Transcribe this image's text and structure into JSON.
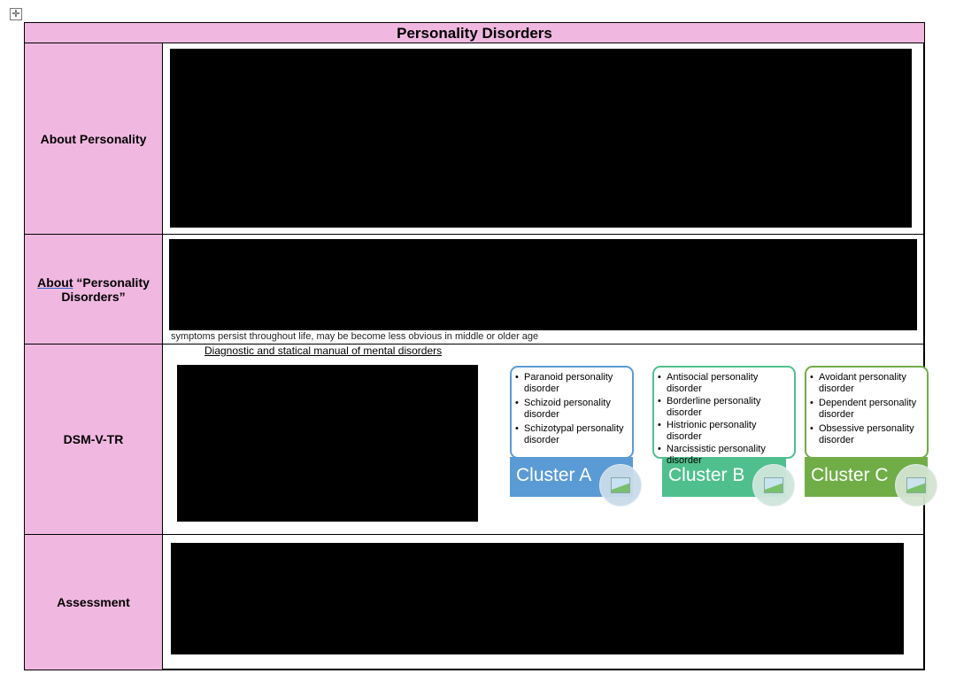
{
  "title": "Personality Disorders",
  "rows": [
    {
      "label": "About Personality"
    },
    {
      "label_underlined": "About",
      "label_rest": " “Personality Disorders”",
      "partial_text": "symptoms persist throughout life, may be become less obvious in middle or older age"
    },
    {
      "label": "DSM-V-TR",
      "heading": "Diagnostic and statical manual of mental disorders"
    },
    {
      "label": "Assessment"
    }
  ],
  "clusters": [
    {
      "name": "Cluster A",
      "color": "#5b9bd5",
      "items": [
        "Paranoid personality disorder",
        "Schizoid personality disorder",
        "Schizotypal personality disorder"
      ]
    },
    {
      "name": "Cluster B",
      "color": "#4fc08d",
      "items": [
        "Antisocial personality disorder",
        "Borderline personality disorder",
        "Histrionic personality disorder",
        "Narcissistic personality disorder"
      ]
    },
    {
      "name": "Cluster C",
      "color": "#70ad47",
      "items": [
        "Avoidant personality disorder",
        "Dependent personality disorder",
        "Obsessive personality disorder"
      ]
    }
  ]
}
